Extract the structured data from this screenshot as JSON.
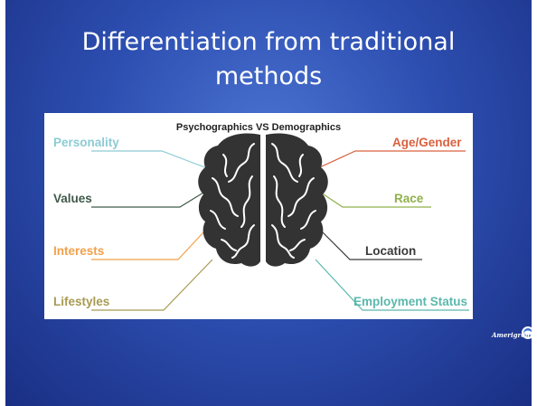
{
  "slide": {
    "title_line1": "Differentiation from traditional",
    "title_line2": "methods"
  },
  "figure": {
    "title": "Psychographics VS Demographics",
    "psychographics": [
      {
        "label": "Personality",
        "color": "#8ccbd4"
      },
      {
        "label": "Values",
        "color": "#3f5a4a"
      },
      {
        "label": "Interests",
        "color": "#f2a04a"
      },
      {
        "label": "Lifestyles",
        "color": "#a89a52"
      }
    ],
    "demographics": [
      {
        "label": "Age/Gender",
        "color": "#d9603e"
      },
      {
        "label": "Race",
        "color": "#8fb04a"
      },
      {
        "label": "Location",
        "color": "#3a3a3a"
      },
      {
        "label": "Employment Status",
        "color": "#5bb8ac"
      }
    ],
    "brain_color": "#333333",
    "brain_icon": "brain-icon"
  },
  "logo": {
    "text": "Amerigroup",
    "icon": "globe-logo-icon"
  },
  "colors": {
    "slide_background": "#2d4fb1",
    "title_text": "#ffffff"
  }
}
